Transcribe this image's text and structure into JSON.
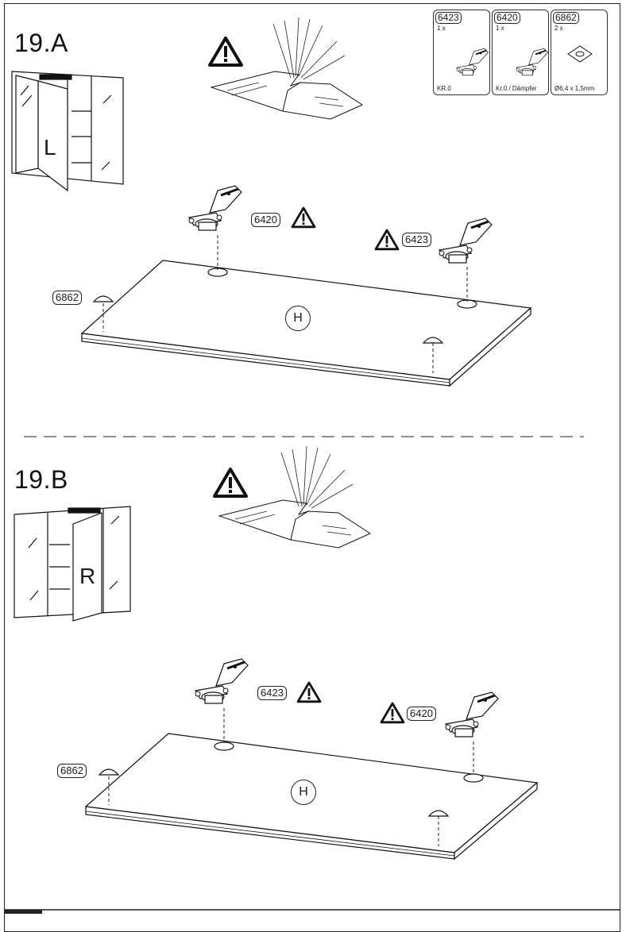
{
  "steps": [
    {
      "label": "19.A",
      "door_side": "L",
      "hinge_left_id": "6420",
      "hinge_right_id": "6423",
      "bumper_id": "6862",
      "panel_label": "H"
    },
    {
      "label": "19.B",
      "door_side": "R",
      "hinge_left_id": "6423",
      "hinge_right_id": "6420",
      "bumper_id": "6862",
      "panel_label": "H"
    }
  ],
  "parts": [
    {
      "id": "6423",
      "qty": "1 x",
      "name": "KR.0"
    },
    {
      "id": "6420",
      "qty": "1 x",
      "name": "Kr.0 / Dämpfer"
    },
    {
      "id": "6862",
      "qty": "2 x",
      "name": "Ø6,4 x 1,5mm"
    }
  ],
  "colors": {
    "line": "#222222",
    "panel_fill": "#ffffff"
  }
}
